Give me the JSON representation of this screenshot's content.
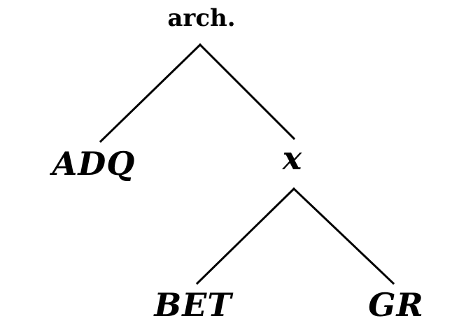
{
  "tree": {
    "root": {
      "label": "arch."
    },
    "left_child": {
      "label": "ADQ"
    },
    "right_child": {
      "label": "x"
    },
    "right_left_child": {
      "label": "BET"
    },
    "right_right_child": {
      "label": "GR"
    }
  }
}
